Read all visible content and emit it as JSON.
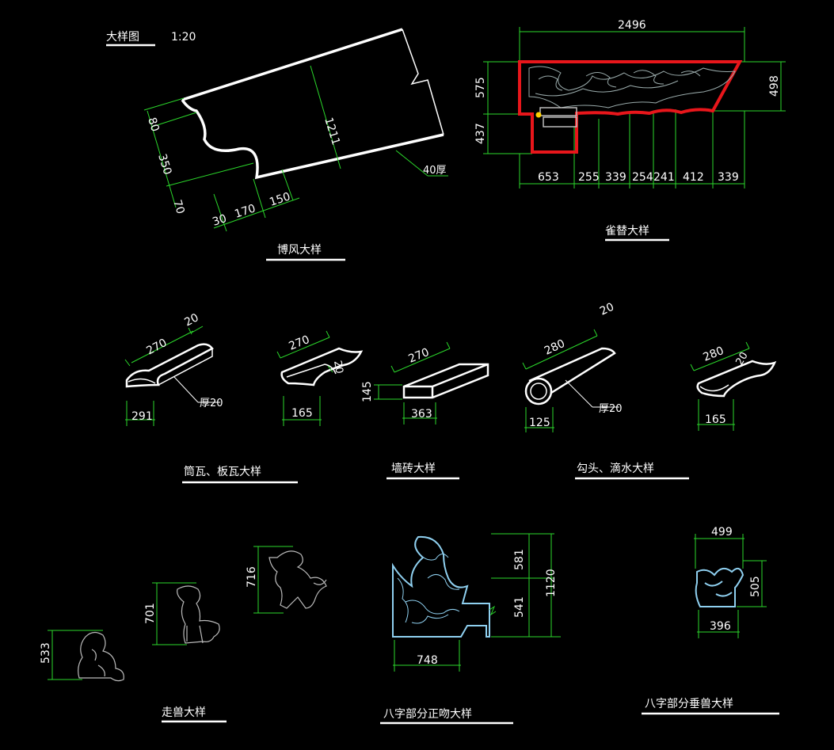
{
  "header": {
    "title": "大样图",
    "scale": "1:20"
  },
  "bofeng": {
    "caption": "博风大样",
    "dims": {
      "d1211": "1211",
      "d80": "80",
      "d350": "350",
      "d70": "70",
      "d30": "30",
      "d170": "170",
      "d150": "150",
      "thick": "40厚"
    }
  },
  "queti": {
    "caption": "雀替大样",
    "dims": {
      "top": "2496",
      "left_top": "575",
      "left_bottom": "437",
      "right": "498"
    },
    "bottom": [
      "653",
      "255",
      "339",
      "254",
      "241",
      "412",
      "339"
    ]
  },
  "tiles": {
    "caption_1": "筒瓦、板瓦大样",
    "caption_2": "墙砖大样",
    "caption_3": "勾头、滴水大样",
    "t1": {
      "len": "270",
      "thk": "20",
      "width": "291",
      "note": "厚20"
    },
    "t2": {
      "len": "270",
      "thk": "20",
      "width": "165"
    },
    "t3": {
      "len": "270",
      "h": "145",
      "width": "363"
    },
    "t4": {
      "len": "280",
      "thk": "20",
      "width": "125",
      "note": "厚20"
    },
    "t5": {
      "len": "280",
      "thk": "20",
      "width": "165"
    }
  },
  "beasts": {
    "caption_1": "走兽大样",
    "caption_2": "八字部分正吻大样",
    "caption_3": "八字部分垂兽大样",
    "b1": "533",
    "b2": "701",
    "b3": "716",
    "zhengwen": {
      "top": "581",
      "bottom": "541",
      "total": "1120",
      "width": "748"
    },
    "chuishou": {
      "top": "499",
      "right": "505",
      "bottom": "396"
    }
  },
  "colors": {
    "background": "#000000",
    "dimension": "#2bd82b",
    "outline": "#ffffff",
    "queti_frame": "#e8161b",
    "ornament": "#8fd0f0"
  }
}
